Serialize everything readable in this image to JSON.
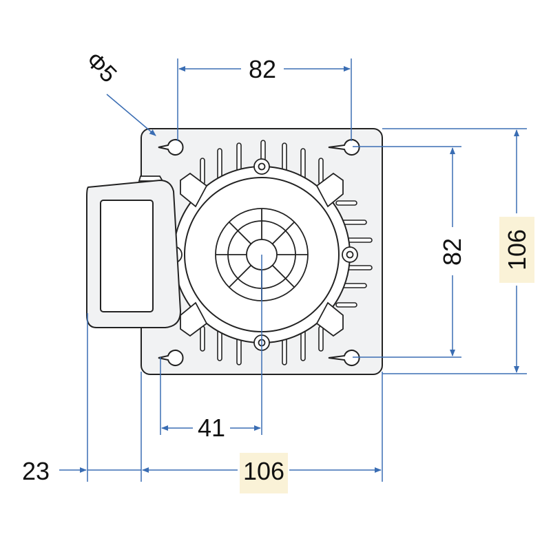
{
  "drawing": {
    "hole_label": "Φ5",
    "top_width": "82",
    "right_inner_height": "82",
    "right_outer_height": "106",
    "bottom_half": "41",
    "bottom_width": "106",
    "left_offset": "23"
  },
  "colors": {
    "dimension": "#3a6db3",
    "outline": "#222222",
    "plate": "#f1f2f3",
    "highlight": "#faf2d7"
  }
}
